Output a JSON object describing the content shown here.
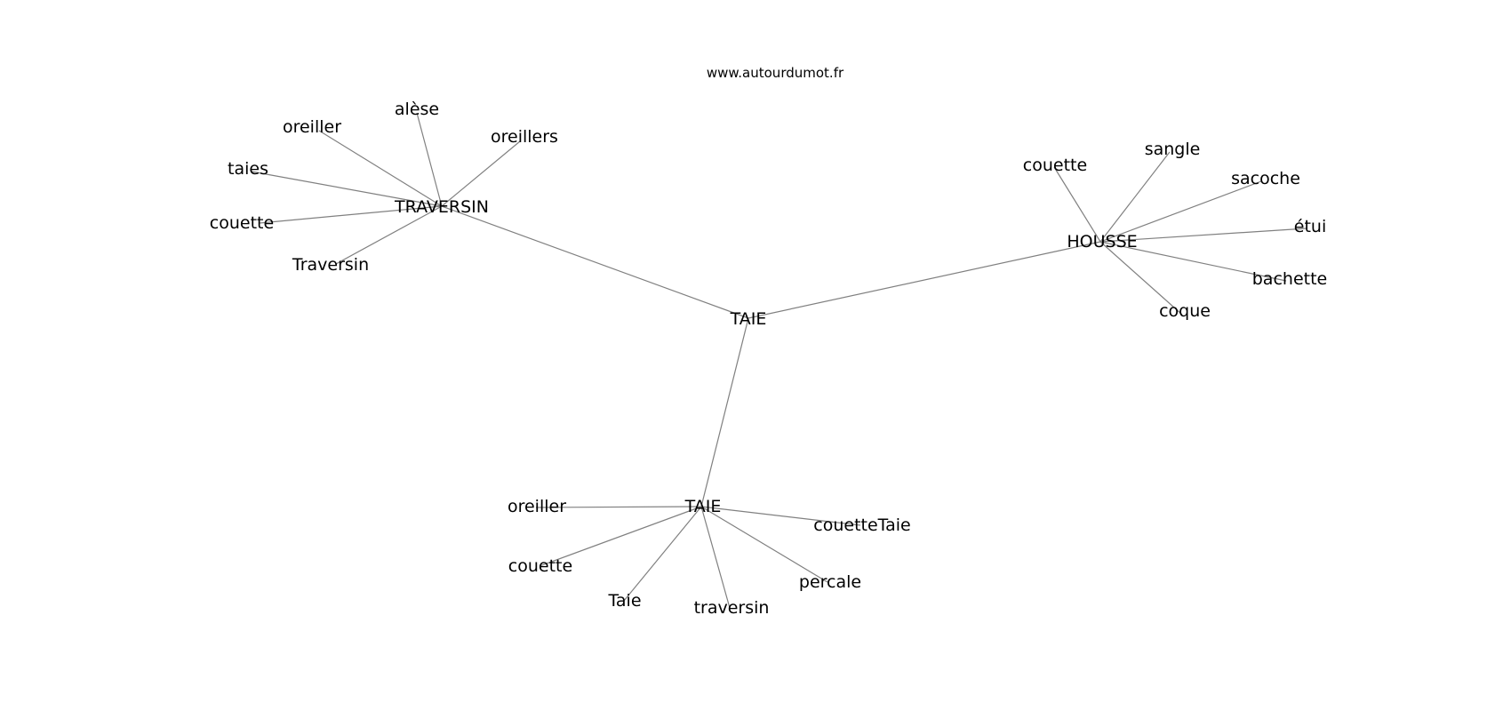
{
  "watermark": "www.autourdumot.fr",
  "graph": {
    "root": "TAIE",
    "clusters": [
      {
        "hub": "TRAVERSIN",
        "leaves": [
          "alèse",
          "oreiller",
          "oreillers",
          "taies",
          "couette",
          "Traversin"
        ]
      },
      {
        "hub": "HOUSSE",
        "leaves": [
          "couette",
          "sangle",
          "sacoche",
          "étui",
          "bachette",
          "coque"
        ]
      },
      {
        "hub": "TAIE",
        "leaves": [
          "oreiller",
          "couetteTaie",
          "couette",
          "percale",
          "Taie",
          "traversin"
        ]
      }
    ]
  },
  "colors": {
    "edge": "#808080",
    "text": "#000000",
    "background": "#ffffff"
  }
}
